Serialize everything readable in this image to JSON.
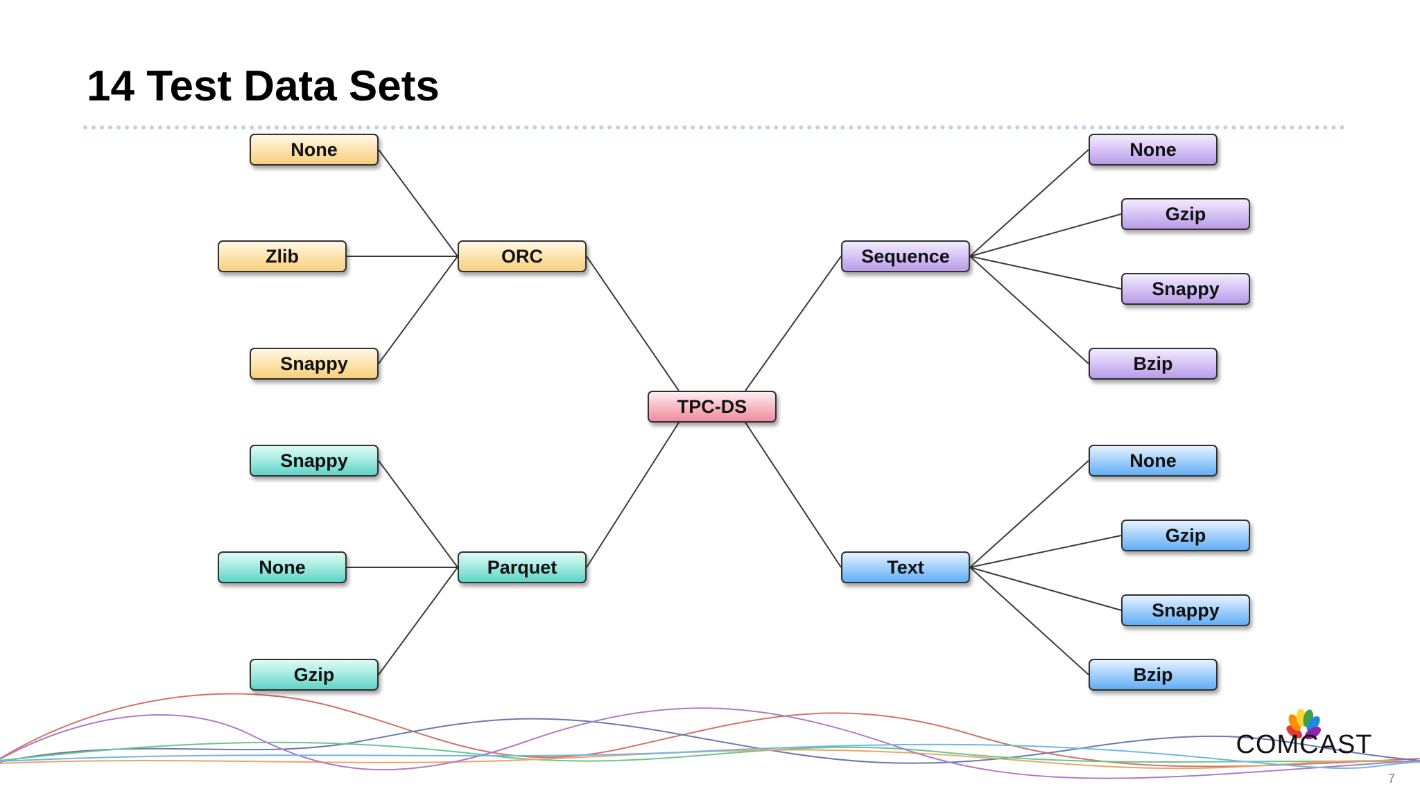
{
  "title": "14 Test Data Sets",
  "page_number": "7",
  "logo_text": "COMCAST",
  "diagram": {
    "root": "TPC-DS",
    "formats": {
      "orc": "ORC",
      "parquet": "Parquet",
      "sequence": "Sequence",
      "text": "Text"
    },
    "orc_children": [
      "None",
      "Zlib",
      "Snappy"
    ],
    "parquet_children": [
      "Snappy",
      "None",
      "Gzip"
    ],
    "sequence_children": [
      "None",
      "Gzip",
      "Snappy",
      "Bzip"
    ],
    "text_children": [
      "None",
      "Gzip",
      "Snappy",
      "Bzip"
    ]
  },
  "colors": {
    "orc": "#fde6b4",
    "parquet": "#a8ece2",
    "sequence": "#d9c8f6",
    "text": "#a9d3fb",
    "root": "#f9bfca"
  }
}
